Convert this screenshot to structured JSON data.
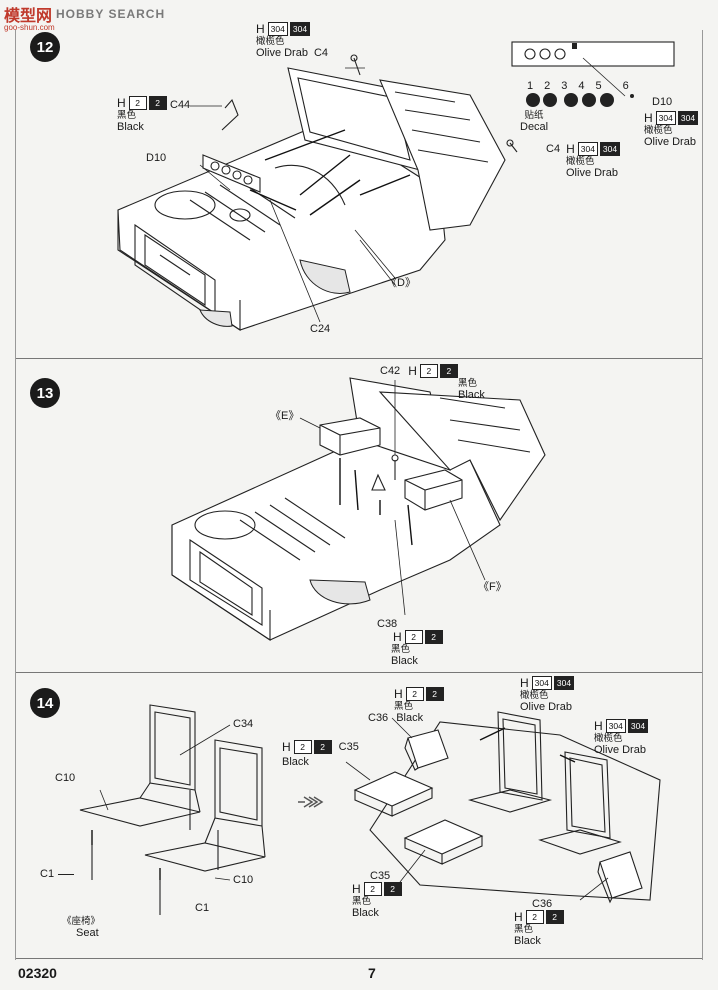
{
  "watermark": {
    "brand": "模型网",
    "brand_sub": "goo-shun.com",
    "brand_text": "HOBBY SEARCH"
  },
  "footer": {
    "code": "02320",
    "page": "7"
  },
  "step12": {
    "number": "12",
    "c4_top": {
      "h": "H",
      "code_w": "304",
      "code_b": "304",
      "cn": "橄榄色",
      "en": "Olive Drab",
      "part": "C4"
    },
    "c44": {
      "h": "H",
      "code_w": "2",
      "code_b": "2",
      "cn": "黑色",
      "en": "Black",
      "part": "C44"
    },
    "d10_left": "D10",
    "c24": "C24",
    "d_ref": "《D》",
    "decal": {
      "numbers": [
        "1",
        "2",
        "3",
        "4",
        "5",
        "6"
      ],
      "cn": "贴纸",
      "en": "Decal",
      "part": "D10"
    },
    "d10_paint": {
      "h": "H",
      "code_w": "304",
      "code_b": "304",
      "cn": "橄榄色",
      "en": "Olive Drab"
    },
    "c4_right": {
      "part": "C4",
      "h": "H",
      "code_w": "304",
      "code_b": "304",
      "cn": "橄榄色",
      "en": "Olive Drab"
    }
  },
  "step13": {
    "number": "13",
    "c42": {
      "part": "C42",
      "h": "H",
      "code_w": "2",
      "code_b": "2",
      "cn": "黑色",
      "en": "Black"
    },
    "e_ref": "《E》",
    "f_ref": "《F》",
    "c38": {
      "part": "C38",
      "h": "H",
      "code_w": "2",
      "code_b": "2",
      "cn": "黑色",
      "en": "Black"
    }
  },
  "step14": {
    "number": "14",
    "c34": "C34",
    "c10_a": "C10",
    "c10_b": "C10",
    "c1_a": "C1",
    "c1_b": "C1",
    "seat_cn": "《座椅》",
    "seat_en": "Seat",
    "c35_paint": {
      "h": "H",
      "code_w": "2",
      "code_b": "2",
      "part": "C35",
      "en": "Black"
    },
    "c36_top": {
      "h": "H",
      "code_w": "2",
      "code_b": "2",
      "cn": "黑色",
      "en": "Black",
      "part": "C36"
    },
    "od_a": {
      "h": "H",
      "code_w": "304",
      "code_b": "304",
      "cn": "橄榄色",
      "en": "Olive Drab"
    },
    "od_b": {
      "h": "H",
      "code_w": "304",
      "code_b": "304",
      "cn": "橄榄色",
      "en": "Olive Drab"
    },
    "c35_bottom": {
      "part": "C35",
      "h": "H",
      "code_w": "2",
      "code_b": "2",
      "cn": "黑色",
      "en": "Black"
    },
    "c36_bottom": {
      "part": "C36",
      "h": "H",
      "code_w": "2",
      "code_b": "2",
      "cn": "黑色",
      "en": "Black"
    }
  }
}
